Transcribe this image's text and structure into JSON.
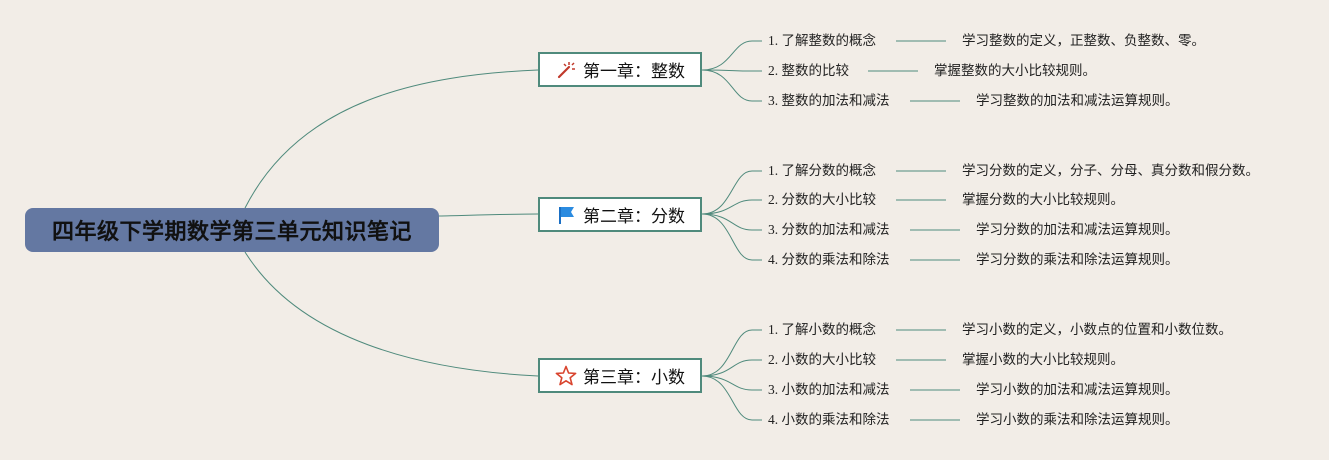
{
  "central_title": "四年级下学期数学第三单元知识笔记",
  "colors": {
    "line": "#4f8a7c",
    "central_bg": "#6478a2",
    "background": "#f2ede7"
  },
  "chapters": [
    {
      "title": "第一章：整数",
      "icon": "magic-wand-icon",
      "items": [
        {
          "topic": "1. 了解整数的概念",
          "detail": "学习整数的定义，正整数、负整数、零。"
        },
        {
          "topic": "2. 整数的比较",
          "detail": "掌握整数的大小比较规则。"
        },
        {
          "topic": "3. 整数的加法和减法",
          "detail": "学习整数的加法和减法运算规则。"
        }
      ]
    },
    {
      "title": "第二章：分数",
      "icon": "flag-icon",
      "items": [
        {
          "topic": "1. 了解分数的概念",
          "detail": "学习分数的定义，分子、分母、真分数和假分数。"
        },
        {
          "topic": "2. 分数的大小比较",
          "detail": "掌握分数的大小比较规则。"
        },
        {
          "topic": "3. 分数的加法和减法",
          "detail": "学习分数的加法和减法运算规则。"
        },
        {
          "topic": "4. 分数的乘法和除法",
          "detail": "学习分数的乘法和除法运算规则。"
        }
      ]
    },
    {
      "title": "第三章：小数",
      "icon": "star-icon",
      "items": [
        {
          "topic": "1. 了解小数的概念",
          "detail": "学习小数的定义，小数点的位置和小数位数。"
        },
        {
          "topic": "2. 小数的大小比较",
          "detail": "掌握小数的大小比较规则。"
        },
        {
          "topic": "3. 小数的加法和减法",
          "detail": "学习小数的加法和减法运算规则。"
        },
        {
          "topic": "4. 小数的乘法和除法",
          "detail": "学习小数的乘法和除法运算规则。"
        }
      ]
    }
  ]
}
